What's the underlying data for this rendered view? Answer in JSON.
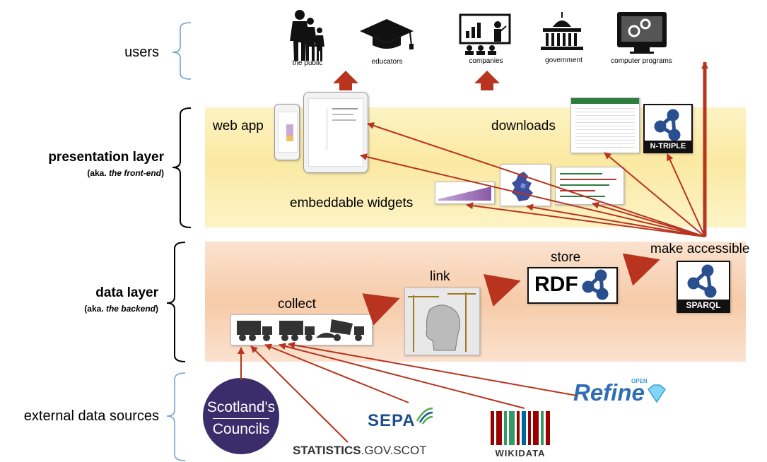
{
  "side_labels": {
    "users": "users",
    "presentation_layer": "presentation layer",
    "presentation_aka_prefix": "(aka. ",
    "presentation_aka_em": "the front-end",
    "presentation_aka_suffix": ")",
    "data_layer": "data layer",
    "data_aka_prefix": "(aka. ",
    "data_aka_em": "the backend",
    "data_aka_suffix": ")",
    "external_sources": "external data sources"
  },
  "users": [
    {
      "label": "the public",
      "icon": "family-icon"
    },
    {
      "label": "educators",
      "icon": "graduation-cap-icon"
    },
    {
      "label": "companies",
      "icon": "presentation-icon"
    },
    {
      "label": "government",
      "icon": "government-building-icon"
    },
    {
      "label": "computer programs",
      "icon": "computer-gears-icon"
    }
  ],
  "presentation": {
    "web_app": "web app",
    "downloads": "downloads",
    "embeddable_widgets": "embeddable widgets",
    "ntriple": "N-TRIPLE"
  },
  "data_layer": {
    "collect": "collect",
    "link": "link",
    "store": "store",
    "make_accessible": "make accessible",
    "rdf": "RDF",
    "sparql": "SPARQL"
  },
  "sources": {
    "councils_line1": "Scotland's",
    "councils_line2": "Councils",
    "sepa": "SEPA",
    "statistics_bold": "STATISTICS",
    "statistics_rest": ".GOV.SCOT",
    "wikidata": "WIKIDATA",
    "refine": "Refine",
    "refine_open": "OPEN"
  },
  "colors": {
    "arrow": "#b8341e",
    "bracket": "#6d9bd1",
    "presentation_band": "#fbe9a2",
    "data_band": "#f6cba9",
    "councils": "#3b2c6b",
    "sepa": "#1f4e8c",
    "refine": "#2f6db5",
    "rdf_icon": "#2a4f8f"
  }
}
